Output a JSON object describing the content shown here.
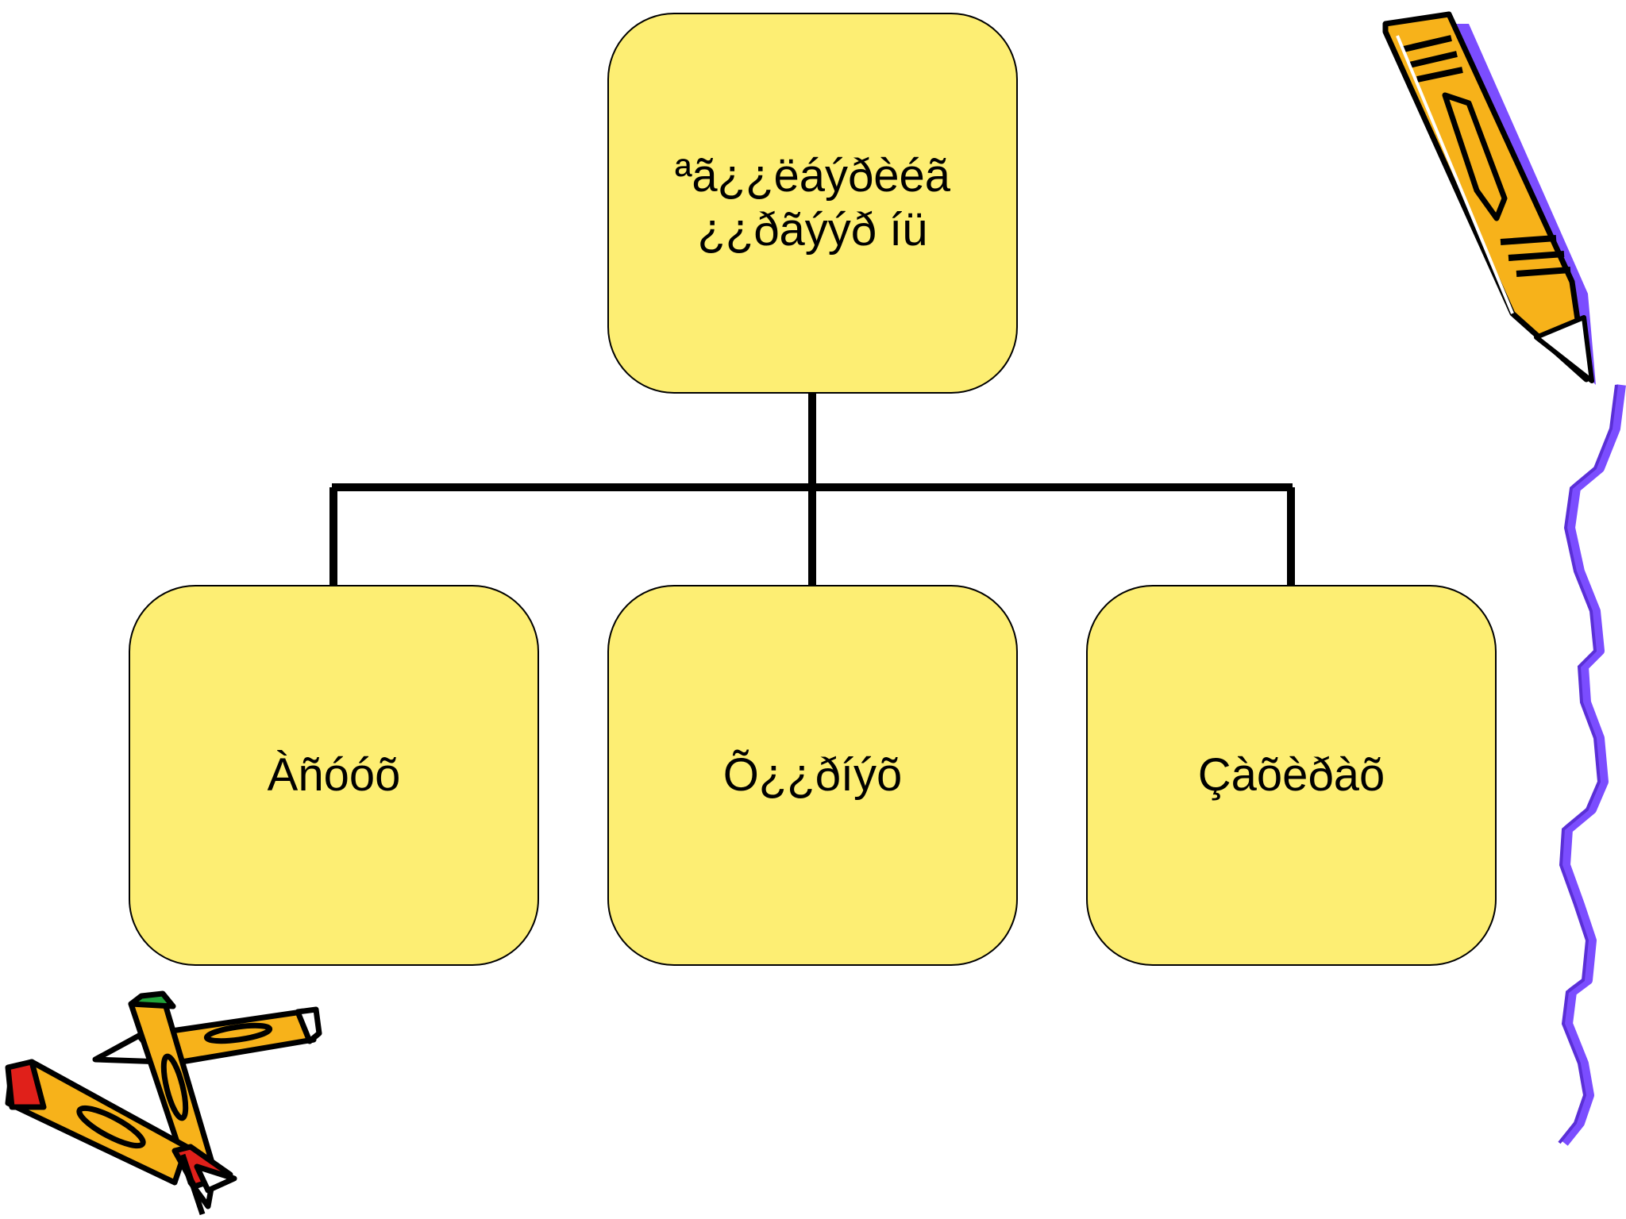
{
  "diagram": {
    "root": {
      "lines": [
        "ªã¿¿ëáýðèéã",
        "¿¿ðãýýð íü"
      ]
    },
    "children": [
      {
        "label": "Àñóóõ"
      },
      {
        "label": "Õ¿¿ðíýõ"
      },
      {
        "label": "Çàõèðàõ"
      }
    ]
  },
  "colors": {
    "box_fill": "#fdee73",
    "connector": "#000000",
    "pencil_body": "#f7b21a",
    "squiggle": "#7b4dff",
    "pencil_eraser_red": "#e0201a",
    "pencil_eraser_green": "#22a33a"
  },
  "icons": [
    "pencil-clipart-icon",
    "crossed-pencils-clipart-icon",
    "purple-squiggle-line"
  ]
}
